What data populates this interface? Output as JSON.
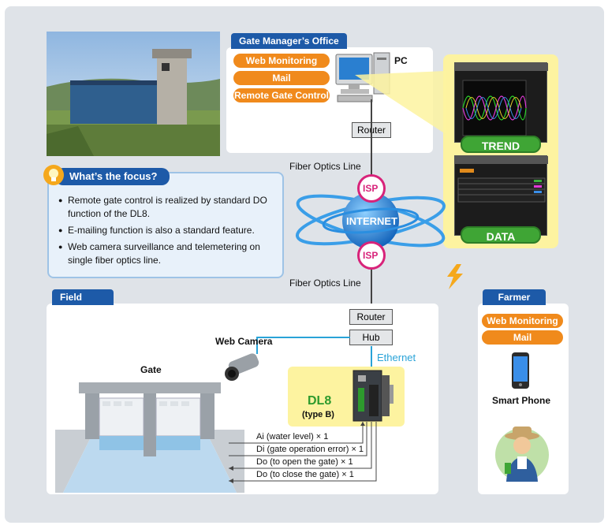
{
  "office": {
    "tab": "Gate Manager’s Office",
    "pills": [
      "Web Monitoring",
      "Mail",
      "Remote Gate Control"
    ],
    "pc_label": "PC",
    "router": "Router"
  },
  "network": {
    "fiber_top": "Fiber Optics Line",
    "fiber_bottom": "Fiber Optics Line",
    "isp_top": "ISP",
    "isp_bottom": "ISP",
    "internet": "INTERNET"
  },
  "screens": {
    "trend": "TREND",
    "data": "DATA"
  },
  "focus": {
    "title": "What’s the focus?",
    "items": [
      "Remote gate control is realized by standard DO function of the DL8.",
      "E-mailing function is also a standard feature.",
      "Web camera surveillance and telemetering on single fiber optics line."
    ]
  },
  "field": {
    "tab": "Field",
    "router": "Router",
    "hub": "Hub",
    "web_camera": "Web Camera",
    "ethernet": "Ethernet",
    "gate": "Gate",
    "dl8": "DL8",
    "dl8_type": "(type B)",
    "signals": [
      "Ai (water level) × 1",
      "Di (gate operation error) × 1",
      "Do (to open the gate) × 1",
      "Do (to close the gate) × 1"
    ]
  },
  "farmer": {
    "tab": "Farmer",
    "pills": [
      "Web Monitoring",
      "Mail"
    ],
    "phone_label": "Smart Phone"
  },
  "colors": {
    "blue_tab": "#1d5aa8",
    "orange": "#f08a1c",
    "green": "#3fa535",
    "ethernet": "#29a3d8"
  }
}
